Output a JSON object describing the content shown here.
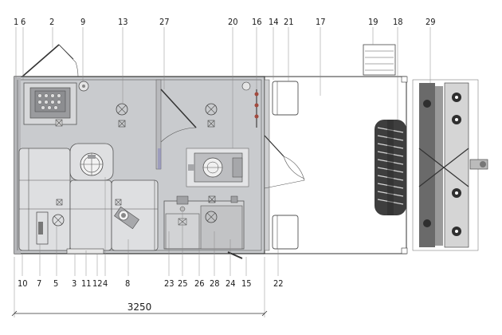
{
  "callouts": {
    "top": [
      "1",
      "6",
      "2",
      "9",
      "13",
      "27",
      "20",
      "16",
      "14",
      "21",
      "17",
      "19",
      "18",
      "29"
    ],
    "bottom": [
      "10",
      "7",
      "5",
      "3",
      "11",
      "12",
      "8",
      "23",
      "25",
      "26",
      "28",
      "24",
      "15",
      "22"
    ],
    "middle": [
      "4"
    ]
  },
  "dimension": {
    "value": "3250"
  },
  "colors": {
    "floor": "#c9cbce",
    "wall": "#bfc0c3",
    "line": "#333333",
    "accent": "#a24a3e"
  }
}
